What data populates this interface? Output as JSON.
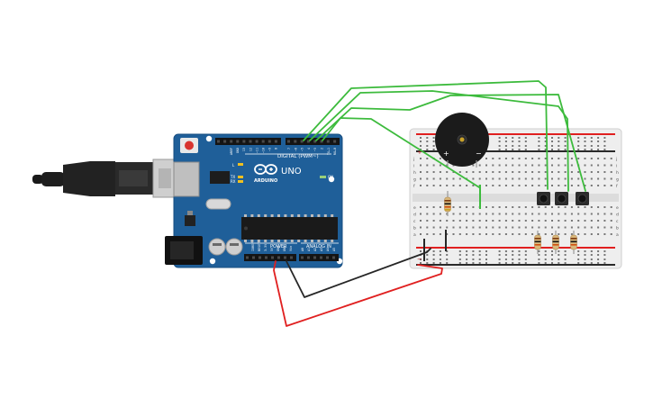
{
  "board": {
    "model": "UNO",
    "brand": "ARDUINO",
    "digital_header": "DIGITAL (PWM~)",
    "power_header": "POWER",
    "analog_header": "ANALOG IN",
    "led_l": "L",
    "led_tx": "TX",
    "led_rx": "RX",
    "led_on": "ON",
    "power_pins": [
      "IOREF",
      "RESET",
      "3.3V",
      "5V",
      "GND",
      "GND",
      "Vin"
    ],
    "analog_pins": [
      "A0",
      "A1",
      "A2",
      "A3",
      "A4",
      "A5"
    ],
    "top_left_pins": [
      "AREF",
      "GND",
      "13",
      "12",
      "~11",
      "~10",
      "~9",
      "8"
    ],
    "top_right_pins": [
      "7",
      "~6",
      "~5",
      "4",
      "~3",
      "2",
      "TX→1",
      "RX←0"
    ]
  },
  "breadboard": {
    "row_letters_top": [
      "j",
      "i",
      "h",
      "g",
      "f"
    ],
    "row_letters_bottom": [
      "e",
      "d",
      "c",
      "b",
      "a"
    ],
    "rail_plus": "+",
    "rail_minus": "−"
  },
  "buzzer": {
    "plus": "+",
    "minus": "−"
  },
  "colors": {
    "pcb": "#1f5f99",
    "pcb_dark": "#16487a",
    "breadboard": "#eeeeee",
    "wire_green": "#3dbb3d",
    "wire_red": "#e02020",
    "wire_black": "#262626",
    "buzzer": "#1b1b1b"
  }
}
